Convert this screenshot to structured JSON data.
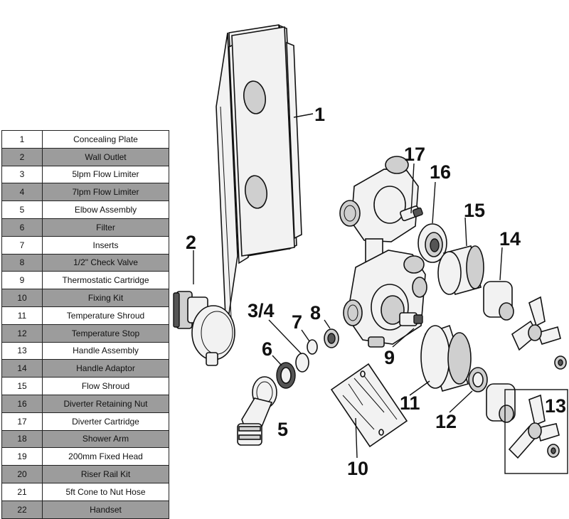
{
  "parts": [
    {
      "num": "1",
      "name": "Concealing Plate"
    },
    {
      "num": "2",
      "name": "Wall Outlet"
    },
    {
      "num": "3",
      "name": "5lpm Flow Limiter"
    },
    {
      "num": "4",
      "name": "7lpm Flow Limiter"
    },
    {
      "num": "5",
      "name": "Elbow Assembly"
    },
    {
      "num": "6",
      "name": "Filter"
    },
    {
      "num": "7",
      "name": "Inserts"
    },
    {
      "num": "8",
      "name": "1/2\" Check Valve"
    },
    {
      "num": "9",
      "name": "Thermostatic Cartridge"
    },
    {
      "num": "10",
      "name": "Fixing Kit"
    },
    {
      "num": "11",
      "name": "Temperature Shroud"
    },
    {
      "num": "12",
      "name": "Temperature Stop"
    },
    {
      "num": "13",
      "name": "Handle Assembly"
    },
    {
      "num": "14",
      "name": "Handle Adaptor"
    },
    {
      "num": "15",
      "name": "Flow Shroud"
    },
    {
      "num": "16",
      "name": "Diverter Retaining Nut"
    },
    {
      "num": "17",
      "name": "Diverter Cartridge"
    },
    {
      "num": "18",
      "name": "Shower Arm"
    },
    {
      "num": "19",
      "name": "200mm Fixed Head"
    },
    {
      "num": "20",
      "name": "Riser Rail Kit"
    },
    {
      "num": "21",
      "name": "5ft Cone to Nut Hose"
    },
    {
      "num": "22",
      "name": "Handset"
    }
  ],
  "callouts": {
    "c1": "1",
    "c2": "2",
    "c34": "3/4",
    "c5": "5",
    "c6": "6",
    "c7": "7",
    "c8": "8",
    "c9": "9",
    "c10": "10",
    "c11": "11",
    "c12": "12",
    "c13": "13",
    "c14": "14",
    "c15": "15",
    "c16": "16",
    "c17": "17"
  }
}
